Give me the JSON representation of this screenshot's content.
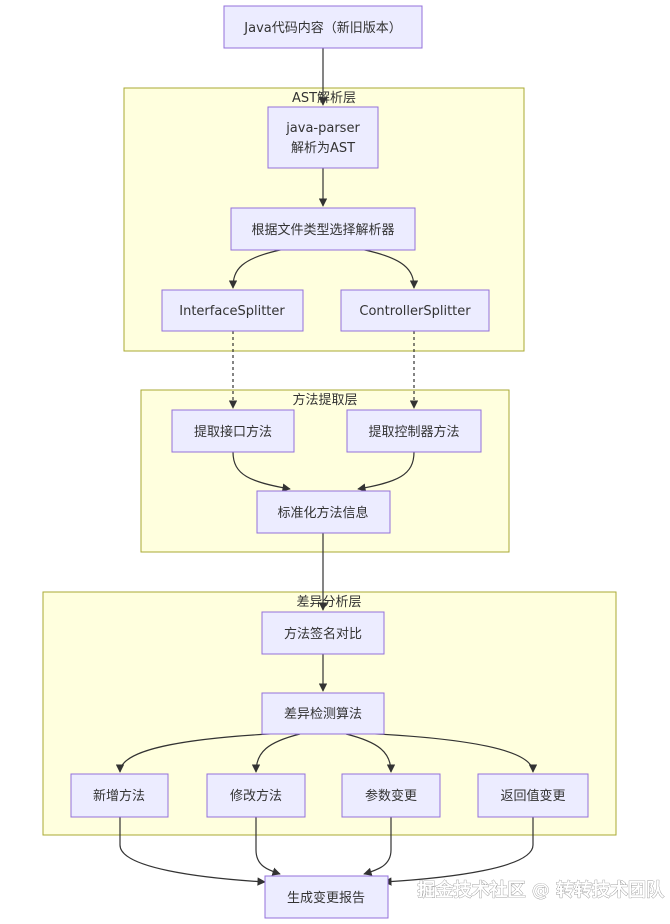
{
  "groups": {
    "ast_layer": "AST解析层",
    "method_layer": "方法提取层",
    "diff_layer": "差异分析层"
  },
  "nodes": {
    "java_source": "Java代码内容（新旧版本）",
    "java_parser_line1": "java-parser",
    "java_parser_line2": "解析为AST",
    "select_parser": "根据文件类型选择解析器",
    "interface_splitter": "InterfaceSplitter",
    "controller_splitter": "ControllerSplitter",
    "extract_interface": "提取接口方法",
    "extract_controller": "提取控制器方法",
    "normalize": "标准化方法信息",
    "signature_compare": "方法签名对比",
    "diff_algorithm": "差异检测算法",
    "new_method": "新增方法",
    "modified_method": "修改方法",
    "param_change": "参数变更",
    "return_change": "返回值变更",
    "report": "生成变更报告"
  },
  "watermark": "掘金技术社区 @ 转转技术团队"
}
